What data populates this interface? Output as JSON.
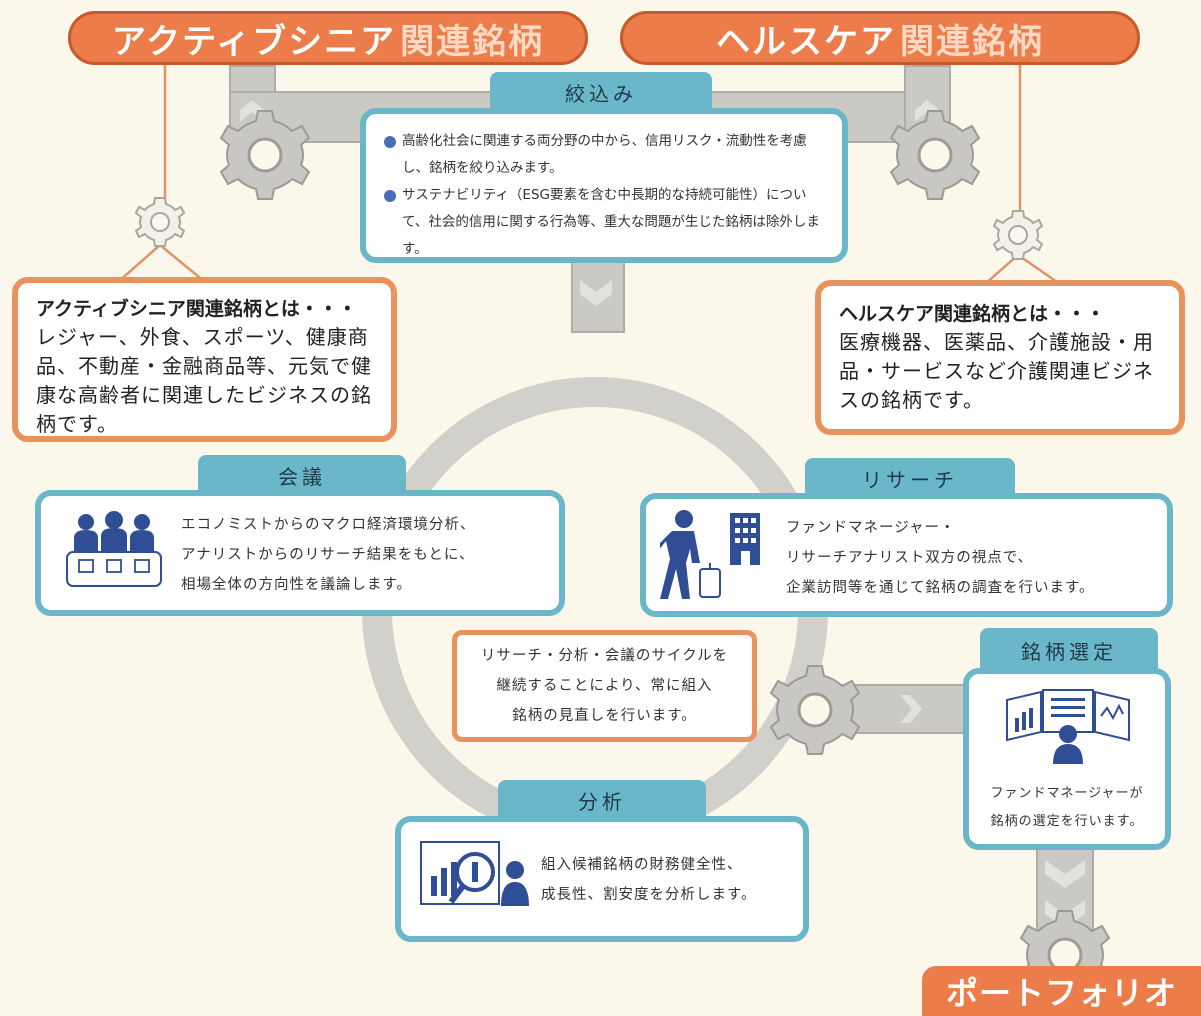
{
  "top_left_pill": {
    "main": "アクティブシニア",
    "suffix": "関連銘柄"
  },
  "top_right_pill": {
    "main": "ヘルスケア",
    "suffix": "関連銘柄"
  },
  "screening": {
    "tab": "絞込み",
    "bullets": [
      "高齢化社会に関連する両分野の中から、信用リスク・流動性を考慮し、銘柄を絞り込みます。",
      "サステナビリティ（ESG要素を含む中長期的な持続可能性）について、社会的信用に関する行為等、重大な問題が生じた銘柄は除外します。"
    ]
  },
  "active_senior_desc": {
    "title": "アクティブシニア関連銘柄とは・・・",
    "body": "レジャー、外食、スポーツ、健康商品、不動産・金融商品等、元気で健康な高齢者に関連したビジネスの銘柄です。"
  },
  "healthcare_desc": {
    "title": "ヘルスケア関連銘柄とは・・・",
    "body": "医療機器、医薬品、介護施設・用品・サービスなど介護関連ビジネスの銘柄です。"
  },
  "meeting": {
    "tab": "会議",
    "lines": [
      "エコノミストからのマクロ経済環境分析、",
      "アナリストからのリサーチ結果をもとに、",
      "相場全体の方向性を議論します。"
    ]
  },
  "research": {
    "tab": "リサーチ",
    "lines": [
      "ファンドマネージャー・",
      "リサーチアナリスト双方の視点で、",
      "企業訪問等を通じて銘柄の調査を行います。"
    ]
  },
  "cycle_note": {
    "lines": [
      "リサーチ・分析・会議のサイクルを",
      "継続することにより、常に組入",
      "銘柄の見直しを行います。"
    ]
  },
  "selection": {
    "tab": "銘柄選定",
    "lines": [
      "ファンドマネージャーが",
      "銘柄の選定を行います。"
    ]
  },
  "analysis": {
    "tab": "分析",
    "lines": [
      "組入候補銘柄の財務健全性、",
      "成長性、割安度を分析します。"
    ]
  },
  "portfolio_label": "ポートフォリオ",
  "colors": {
    "orange": "#ec7d4a",
    "teal": "#6ab7c9",
    "gray": "#b8b6b2",
    "navy": "#2f4e96",
    "background": "#fbf7ea"
  },
  "icons": [
    "gear-icon",
    "meeting-people-icon",
    "visitor-with-suitcase-icon",
    "building-icon",
    "dashboard-presenter-icon",
    "chart-magnifier-icon"
  ]
}
